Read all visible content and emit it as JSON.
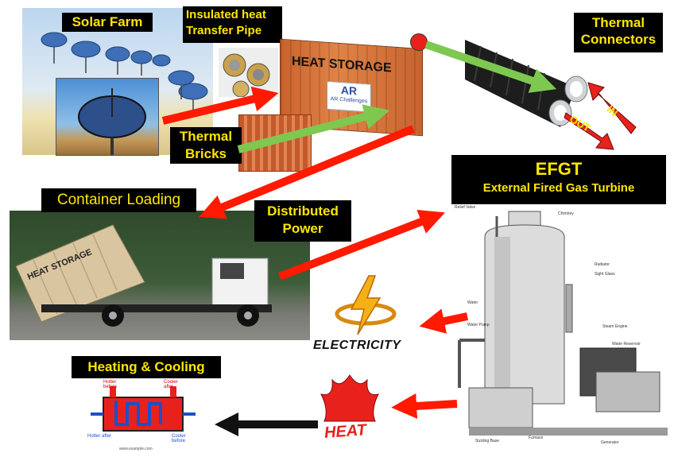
{
  "labels": {
    "solar_farm": "Solar Farm",
    "pipe_line1": "Insulated heat",
    "pipe_line2": "Transfer Pipe",
    "heat_storage": "HEAT STORAGE",
    "thermal_connectors_line1": "Thermal",
    "thermal_connectors_line2": "Connectors",
    "in": "IN",
    "out": "OUT",
    "thermal_bricks_line1": "Thermal",
    "thermal_bricks_line2": "Bricks",
    "container_loading": "Container Loading",
    "distributed_power_line1": "Distributed",
    "distributed_power_line2": "Power",
    "efgt": "EFGT",
    "efgt_full": "External Fired Gas Turbine",
    "electricity": "ELECTRICITY",
    "heating_cooling": "Heating & Cooling",
    "heat": "HEAT",
    "truck_heat_storage": "HEAT STORAGE",
    "logo_text": "AR Challenges"
  },
  "exchanger": {
    "hotter_before": "Hotter before",
    "cooler_after": "Cooler after",
    "hotter_after": "Hotter after",
    "cooler_before": "Cooler before",
    "url": "www.example.com"
  },
  "boiler": {
    "relief_valve": "Relief Valve",
    "chimney": "Chimney",
    "radiator": "Radiator",
    "sight_glass": "Sight Glass",
    "water": "Water",
    "water_pump": "Water Pump",
    "steam_engine": "Steam Engine",
    "water_reservoir": "Water Reservoir",
    "furnace": "Furnace",
    "sizzling_base": "Sizzling Base",
    "generator": "Generator"
  },
  "colors": {
    "label_bg": "#000000",
    "label_text": "#ffe600",
    "arrow_red": "#ff1a00",
    "arrow_green": "#7ec850",
    "container_orange": "#d9733a"
  }
}
